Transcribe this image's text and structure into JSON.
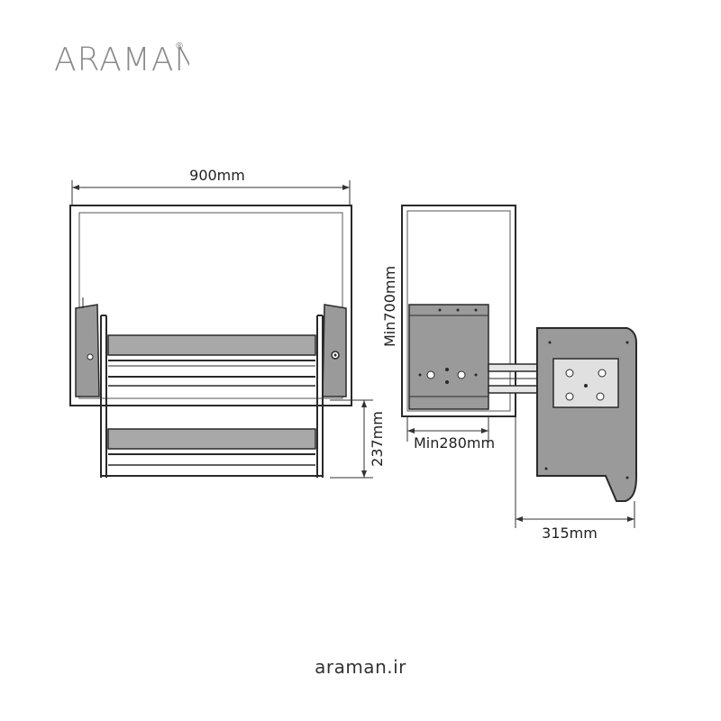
{
  "brand": {
    "logo_text": "ARAMAN",
    "registered_mark": "®",
    "logo_color": "#8a8a8a"
  },
  "dimensions": {
    "width": "900mm",
    "drop_height": "237mm",
    "cabinet_min_height": "Min700mm",
    "cabinet_min_depth": "Min280mm",
    "side_depth": "315mm"
  },
  "colors": {
    "panel_gray": "#9a9a9a",
    "line_dark": "#2a2a2a",
    "shelf_gray": "#a8a8a8"
  },
  "footer": {
    "url": "araman.ir"
  }
}
